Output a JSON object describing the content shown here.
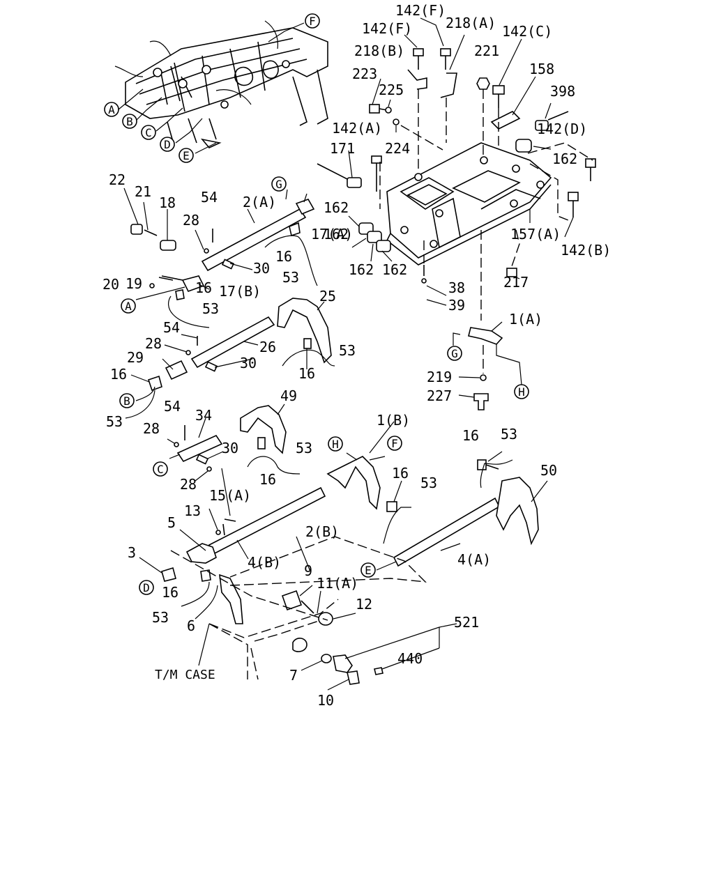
{
  "refs": {
    "A": "A",
    "B": "B",
    "C": "C",
    "D": "D",
    "E": "E",
    "F": "F",
    "G": "G",
    "H": "H"
  },
  "labels": {
    "p142F_1": "142(F)",
    "p142F_2": "142(F)",
    "p218A": "218(A)",
    "p142C": "142(C)",
    "p218B": "218(B)",
    "p221": "221",
    "p158": "158",
    "p223": "223",
    "p225": "225",
    "p398": "398",
    "p142A_top": "142(A)",
    "p224": "224",
    "p142D": "142(D)",
    "p171": "171",
    "p162_a": "162",
    "p162_b": "162",
    "p162_c": "162",
    "p162_d": "162",
    "p162_e": "162",
    "p157A": "157(A)",
    "p142B": "142(B)",
    "p217": "217",
    "p38": "38",
    "p39": "39",
    "p1A": "1(A)",
    "p219": "219",
    "p227": "227",
    "p22": "22",
    "p21": "21",
    "p18": "18",
    "p54_a": "54",
    "p2A": "2(A)",
    "p28_a": "28",
    "p17A": "17(A)",
    "p16_a": "16",
    "p30_a": "30",
    "p53_a": "53",
    "p19": "19",
    "p20": "20",
    "p17B": "17(B)",
    "p16_b": "16",
    "p53_b": "53",
    "p25": "25",
    "p54_b": "54",
    "p28_b": "28",
    "p26": "26",
    "p53_c": "53",
    "p29": "29",
    "p30_b": "30",
    "p16_c": "16",
    "p16_d": "16",
    "p53_d": "53",
    "p54_c": "54",
    "p34": "34",
    "p49": "49",
    "p28_c": "28",
    "p30_c": "30",
    "p53_e": "53",
    "p28_d": "28",
    "p16_e": "16",
    "p1B": "1(B)",
    "p16_f": "16",
    "p53_f": "53",
    "p16_g": "16",
    "p53_g": "53",
    "p50": "50",
    "p13": "13",
    "p15A": "15(A)",
    "p5": "5",
    "p2B": "2(B)",
    "p3": "3",
    "p4B": "4(B)",
    "p4A": "4(A)",
    "p16_h": "16",
    "p9": "9",
    "p11A": "11(A)",
    "p12": "12",
    "p53_h": "53",
    "p6": "6",
    "p521": "521",
    "p440": "440",
    "p7": "7",
    "p10": "10",
    "tm_case": "T/M CASE"
  }
}
